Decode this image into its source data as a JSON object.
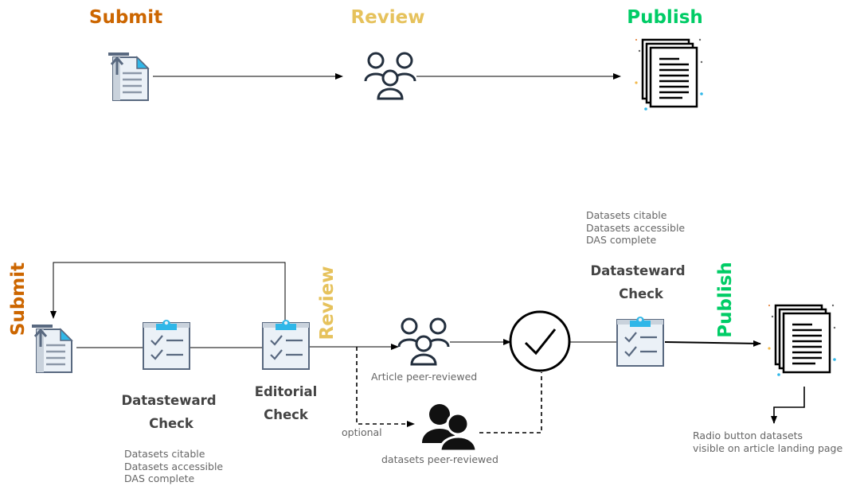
{
  "colors": {
    "submit": "#CC6600",
    "review": "#E6C25C",
    "publish": "#00CC66",
    "line": "#000000",
    "icon_dark": "#232F3E",
    "clipboard_body": "#EBF1F7",
    "clipboard_border": "#596980",
    "clipboard_clip": "#30B7E8",
    "note_text": "#666666",
    "check_text": "#444444"
  },
  "top_flow": {
    "submit_label": "Submit",
    "review_label": "Review",
    "publish_label": "Publish"
  },
  "bottom_flow": {
    "submit_label": "Submit",
    "review_label": "Review",
    "publish_label": "Publish",
    "datasteward_check_1": {
      "line1": "Datasteward",
      "line2": "Check"
    },
    "editorial_check": {
      "line1": "Editorial",
      "line2": "Check"
    },
    "datasteward_check_2": {
      "line1": "Datasteward",
      "line2": "Check"
    },
    "criteria_bottom": [
      "Datasets citable",
      "Datasets accessible",
      "DAS complete"
    ],
    "criteria_top": [
      "Datasets citable",
      "Datasets accessible",
      "DAS complete"
    ],
    "article_peer_reviewed": "Article peer-reviewed",
    "optional_label": "optional",
    "datasets_peer_reviewed": "datasets peer-reviewed",
    "landing_page_note": [
      "Radio button datasets",
      "visible on article landing page"
    ]
  },
  "icons": [
    "document-upload-icon",
    "reviewers-group-icon",
    "published-papers-icon",
    "clipboard-checklist-icon",
    "checkmark-circle-icon",
    "dataset-reviewers-icon"
  ]
}
